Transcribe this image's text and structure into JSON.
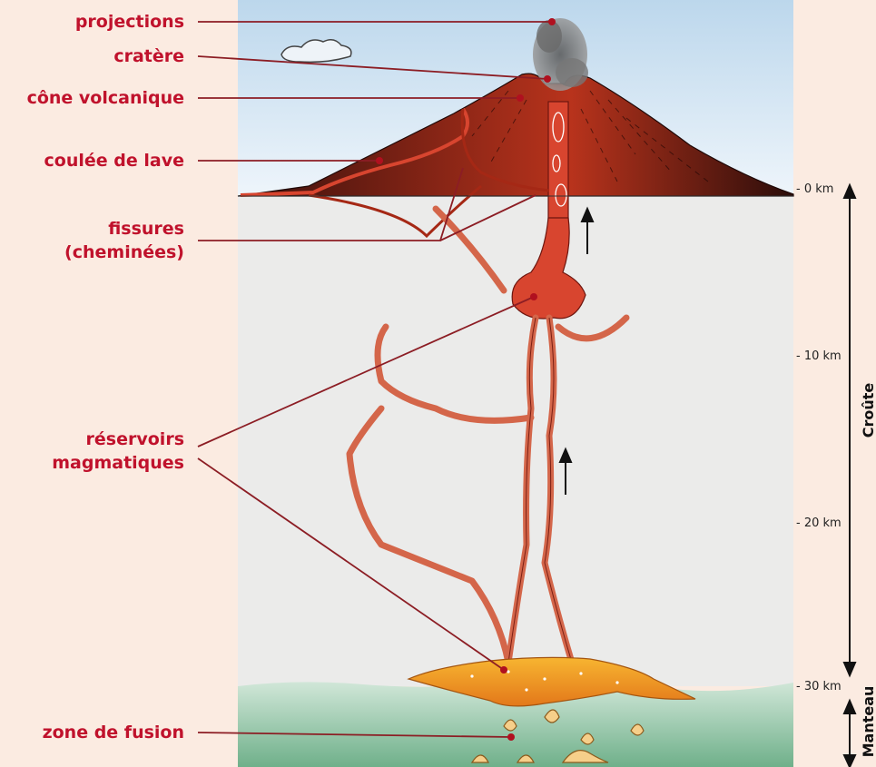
{
  "labels": {
    "projections": "projections",
    "cratere": "cratère",
    "cone": "cône volcanique",
    "coulee": "coulée de lave",
    "fissures_line1": "fissures",
    "fissures_line2": "(cheminées)",
    "reservoirs_line1": "réservoirs",
    "reservoirs_line2": "magmatiques",
    "zone_fusion": "zone de fusion"
  },
  "depth_scale": {
    "ticks": [
      "- 0 km",
      "- 10 km",
      "- 20 km",
      "- 30 km"
    ],
    "layers": [
      "Croûte",
      "Manteau"
    ]
  },
  "colors": {
    "label": "#c0122c",
    "leader": "#8c1d24",
    "background": "#fbebe1",
    "sky": "#dbeaf5",
    "crust": "#ececec",
    "mantle": "#b7d9c5",
    "magma": "#d8452f",
    "cone": "#7a1f14",
    "reservoir": "#f0a020"
  }
}
